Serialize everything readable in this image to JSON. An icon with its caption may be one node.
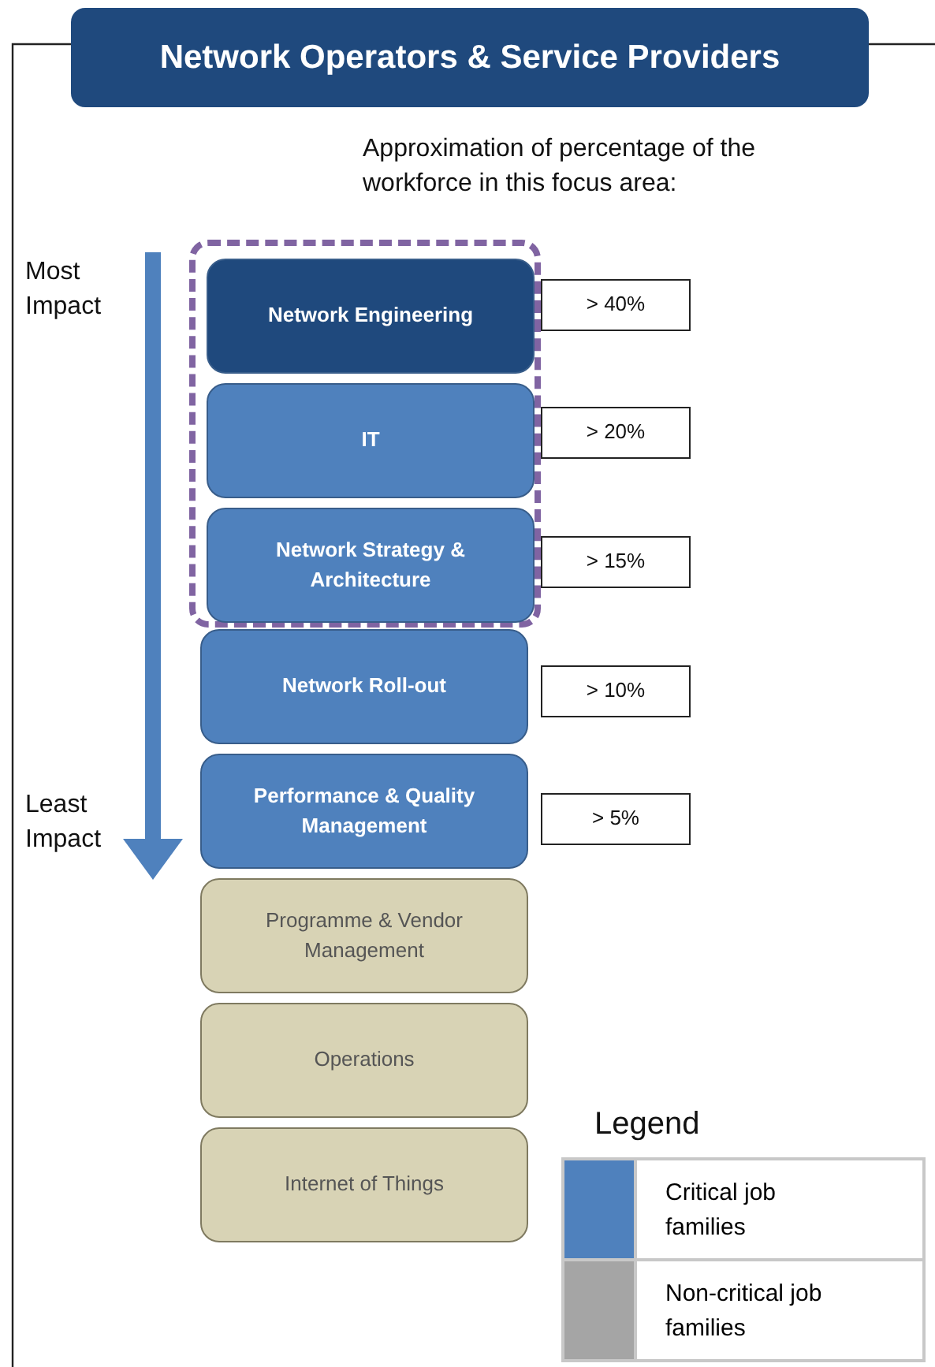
{
  "diagram": {
    "title": "Network Operators & Service Providers",
    "nodes": [
      {
        "text": [],
        "shape": "box"
      },
      {
        "text": [
          "Network Engineering"
        ],
        "in": 0
      },
      {
        "text": [
          "IT"
        ],
        "in": 0
      },
      {
        "text": [
          "Network Strategy & Architecture"
        ],
        "in": 0
      },
      {
        "text": [
          "Network Roll-out"
        ]
      },
      {
        "text": [
          "Performance & Quality Management"
        ]
      },
      {
        "text": [
          "Programme & Vendor Management"
        ]
      },
      {
        "text": [
          "Operations"
        ]
      },
      {
        "text": [
          "Internet of Things"
        ]
      },
      {
        "text": [
          "> 40%"
        ]
      },
      {
        "text": [
          "> 20%"
        ]
      },
      {
        "text": [
          "> 15%"
        ]
      },
      {
        "text": [
          "> 10%"
        ]
      },
      {
        "text": [
          "> 5%"
        ]
      }
    ],
    "labels": [
      "Approximation of percentage of the workforce in this focus area:",
      "Most Impact",
      "Least Impact",
      "Legend"
    ],
    "legend": [
      {
        "text": "Critical job families",
        "color": "#4f81bd"
      },
      {
        "text": "Non-critical job families",
        "color": "#a5a5a5"
      }
    ]
  }
}
